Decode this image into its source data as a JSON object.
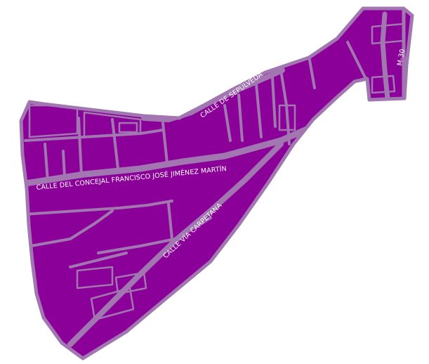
{
  "map": {
    "district_color": "#8b0099",
    "street_color": "#a276b0",
    "background_color": "#ffffff",
    "street_labels": {
      "concejal": "CALLE DEL CONCEJAL FRANCISCO JOSÉ JIMÉNEZ MARTÍN",
      "sepulveda": "CALLE DE SEPÚLVEDA",
      "carpetana": "CALLE   VÍA CARPETANA",
      "m30": "M-30"
    }
  }
}
